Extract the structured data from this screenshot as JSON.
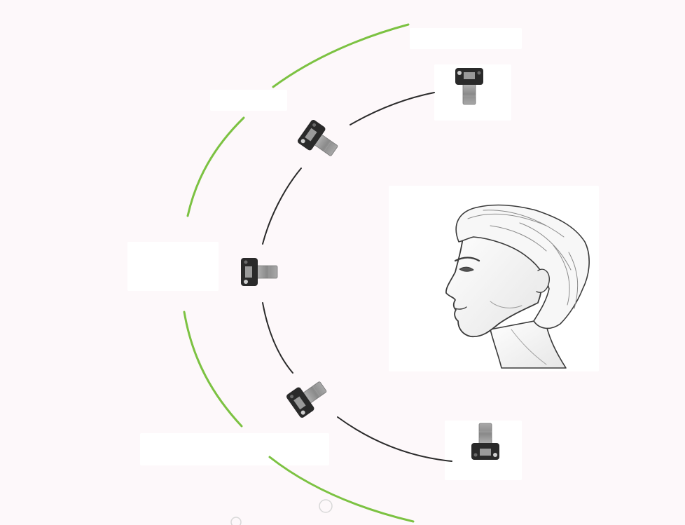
{
  "diagram": {
    "subject": "head-profile-facing-left",
    "camera_positions": [
      "top-right",
      "upper-left",
      "left",
      "lower-left",
      "bottom-right"
    ],
    "colors": {
      "background": "#fdf8fa",
      "outer_arc": "#7cc242",
      "inner_arc": "#2b2b2b",
      "camera_body": "#2a2a2a",
      "camera_lens": "#8e8e8e"
    },
    "icons": [
      "camera-icon",
      "head-profile-icon"
    ]
  }
}
